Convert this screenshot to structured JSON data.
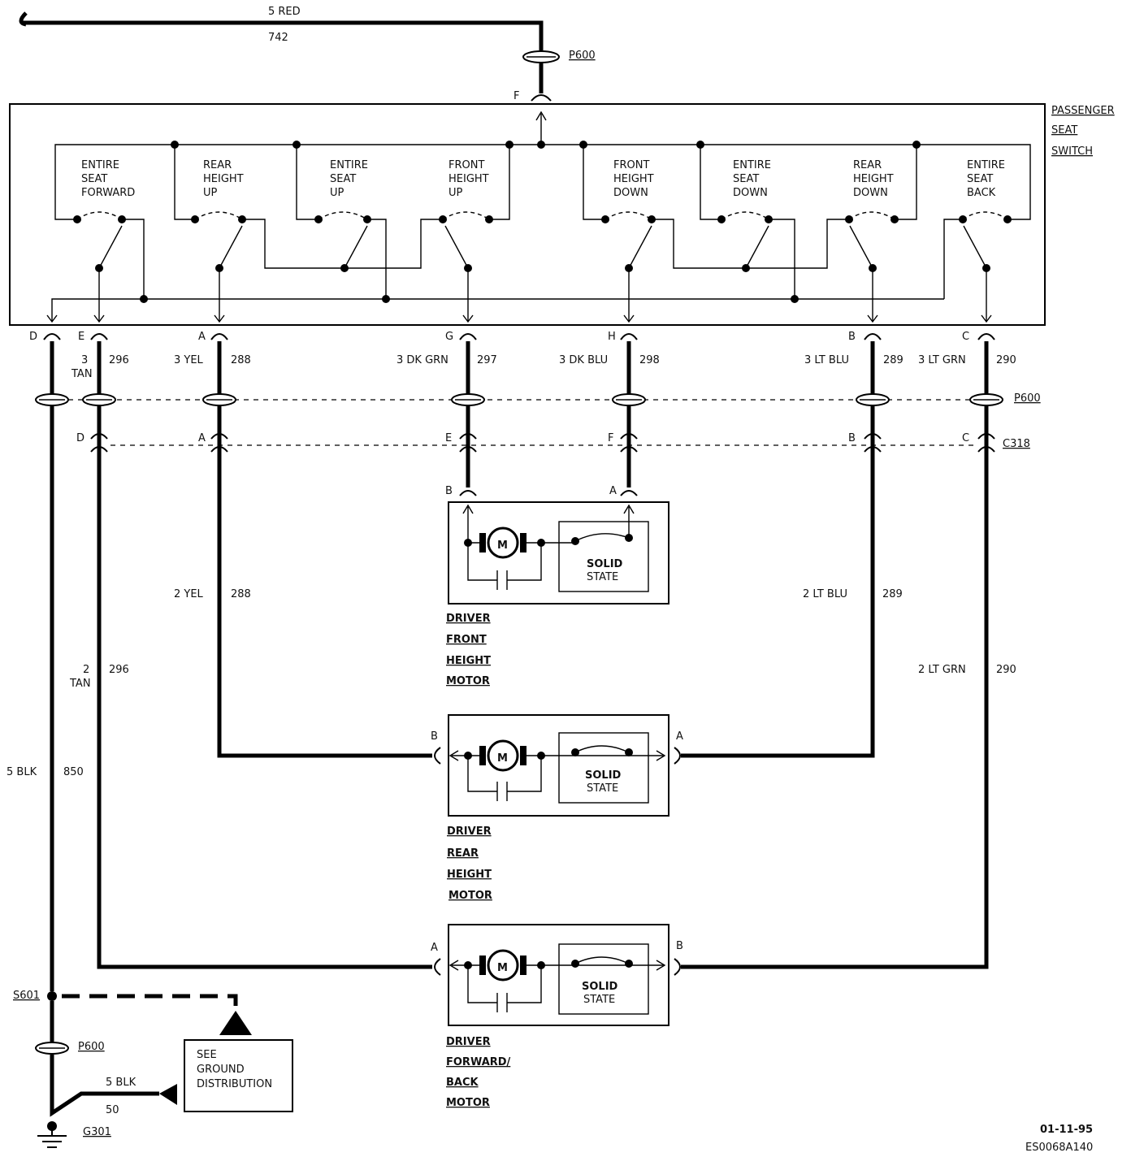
{
  "top_wire": {
    "color": "5 RED",
    "circuit": "742"
  },
  "connectors": {
    "p600": "P600",
    "c318": "C318",
    "s601": "S601",
    "g301": "G301"
  },
  "switch": {
    "title": [
      "PASSENGER",
      "SEAT",
      "SWITCH"
    ],
    "feed_pin": "F",
    "sections": [
      [
        "ENTIRE",
        "SEAT",
        "FORWARD"
      ],
      [
        "REAR",
        "HEIGHT",
        "UP"
      ],
      [
        "ENTIRE",
        "SEAT",
        "UP"
      ],
      [
        "FRONT",
        "HEIGHT",
        "UP"
      ],
      [
        "FRONT",
        "HEIGHT",
        "DOWN"
      ],
      [
        "ENTIRE",
        "SEAT",
        "DOWN"
      ],
      [
        "REAR",
        "HEIGHT",
        "DOWN"
      ],
      [
        "ENTIRE",
        "SEAT",
        "BACK"
      ]
    ]
  },
  "switch_pins": [
    "D",
    "E",
    "A",
    "G",
    "H",
    "B",
    "C"
  ],
  "upper_wires": [
    {
      "color": "3",
      "color2": "TAN",
      "circuit": "296"
    },
    {
      "color": "3 YEL",
      "circuit": "288"
    },
    {
      "color": "3 DK GRN",
      "circuit": "297"
    },
    {
      "color": "3 DK BLU",
      "circuit": "298"
    },
    {
      "color": "3 LT BLU",
      "circuit": "289"
    },
    {
      "color": "3 LT GRN",
      "circuit": "290"
    }
  ],
  "c318_pins": [
    "D",
    "A",
    "E",
    "F",
    "B",
    "C"
  ],
  "lower_wires": {
    "yel": {
      "color": "2 YEL",
      "circuit": "288"
    },
    "ltblu": {
      "color": "2 LT BLU",
      "circuit": "289"
    },
    "tan": {
      "color": "2",
      "color2": "TAN",
      "circuit": "296"
    },
    "ltgrn": {
      "color": "2 LT GRN",
      "circuit": "290"
    },
    "blk": {
      "color": "5 BLK",
      "circuit": "850"
    },
    "ground": {
      "color": "5 BLK",
      "circuit": "50"
    }
  },
  "motors": [
    {
      "pins": [
        "B",
        "A"
      ],
      "motor_letter": "M",
      "solid": "SOLID",
      "state": "STATE",
      "label": [
        "DRIVER",
        "FRONT",
        "HEIGHT",
        "MOTOR"
      ]
    },
    {
      "pins": [
        "B",
        "A"
      ],
      "motor_letter": "M",
      "solid": "SOLID",
      "state": "STATE",
      "label": [
        "DRIVER",
        "REAR",
        "HEIGHT",
        "MOTOR"
      ]
    },
    {
      "pins": [
        "A",
        "B"
      ],
      "motor_letter": "M",
      "solid": "SOLID",
      "state": "STATE",
      "label": [
        "DRIVER",
        "FORWARD/",
        "BACK",
        "MOTOR"
      ]
    }
  ],
  "ground_box": [
    "SEE",
    "GROUND",
    "DISTRIBUTION"
  ],
  "footer": {
    "date": "01-11-95",
    "code": "ES0068A140"
  }
}
